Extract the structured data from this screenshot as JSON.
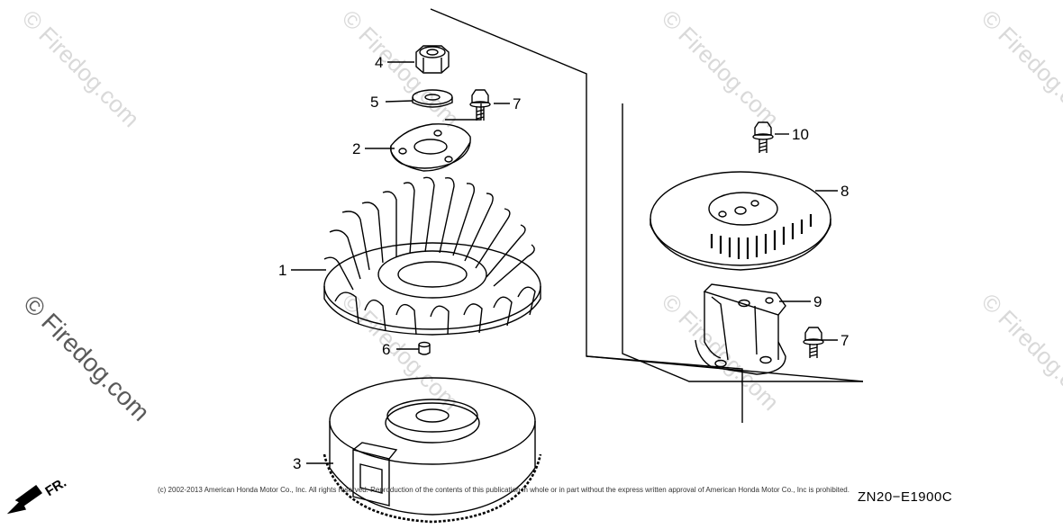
{
  "watermark": {
    "text": "© Firedog.com"
  },
  "callouts": {
    "c1": "1",
    "c2": "2",
    "c3": "3",
    "c4": "4",
    "c5": "5",
    "c6": "6",
    "c7a": "7",
    "c7b": "7",
    "c8": "8",
    "c9": "9",
    "c10": "10"
  },
  "direction_label": "FR.",
  "copyright": "(c) 2002-2013 American Honda Motor Co., Inc. All rights reserved. Reproduction of the contents of this publication in whole or in part without the express written approval of American Honda Motor Co., Inc is prohibited.",
  "diagram_code": "ZN20−E1900C"
}
